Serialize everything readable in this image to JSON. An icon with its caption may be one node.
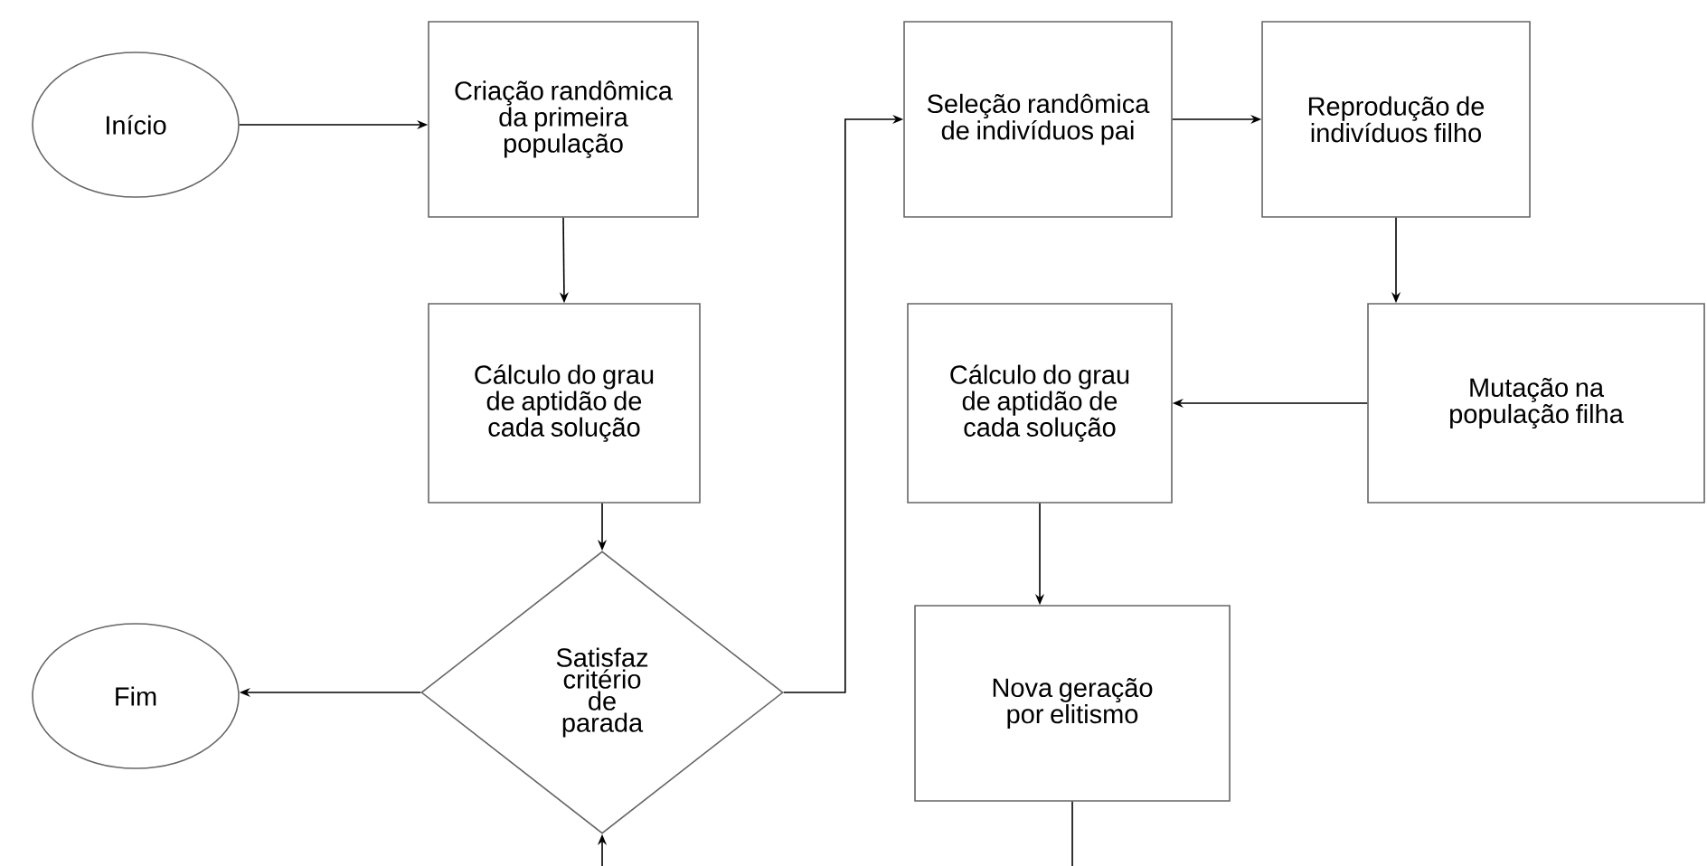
{
  "diagram": {
    "nodes": [
      {
        "text": [
          "Início"
        ]
      },
      {
        "text": [
          "Criação randômica da primeira população"
        ]
      },
      {
        "text": [
          "Cálculo do grau de aptidão de cada solução"
        ]
      },
      {
        "text": [
          "Satisfaz critério de parada"
        ]
      },
      {
        "text": [
          "Fim"
        ]
      },
      {
        "text": [
          "Seleção randômica de indivíduos pai"
        ]
      },
      {
        "text": [
          "Reprodução de indivíduos filho"
        ]
      },
      {
        "text": [
          "Mutação na população filha"
        ]
      },
      {
        "text": [
          "Cálculo do grau de aptidão de cada solução"
        ]
      },
      {
        "text": [
          "Nova geração por elitismo"
        ]
      }
    ],
    "edges": [
      {
        "from": 0,
        "to": 1,
        "arrow": "to"
      },
      {
        "from": 1,
        "to": 2,
        "arrow": "to"
      },
      {
        "from": 2,
        "to": 3,
        "arrow": "to"
      },
      {
        "from": 3,
        "to": 4,
        "arrow": "to"
      },
      {
        "from": 3,
        "to": 5,
        "arrow": "to"
      },
      {
        "from": 5,
        "to": 6,
        "arrow": "to"
      },
      {
        "from": 6,
        "to": 7,
        "arrow": "to"
      },
      {
        "from": 7,
        "to": 8,
        "arrow": "to"
      },
      {
        "from": 8,
        "to": 9,
        "arrow": "to"
      },
      {
        "from": 9,
        "to": null,
        "arrow": "none"
      },
      {
        "from": null,
        "to": 3,
        "arrow": "to"
      }
    ]
  }
}
